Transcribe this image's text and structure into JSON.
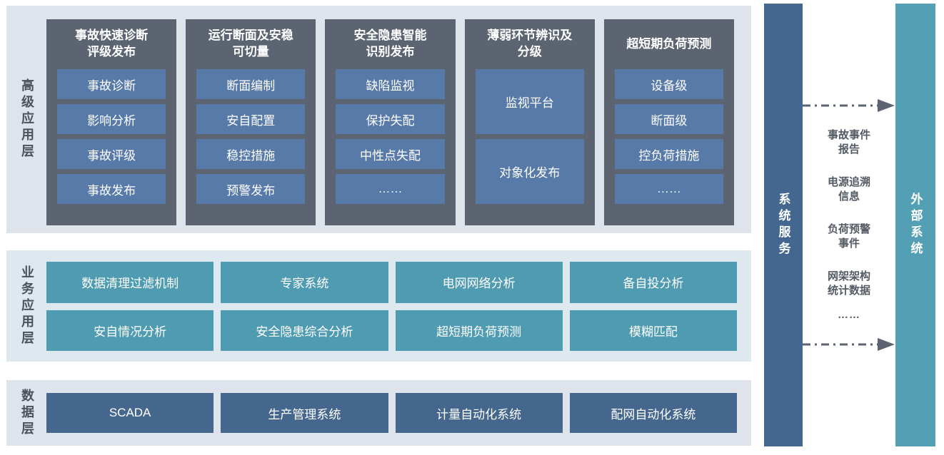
{
  "colors": {
    "panel_bg": "#dfe3ec",
    "business_panel_bg": "#dde9ee",
    "module_card_bg": "#5b6470",
    "module_chip_bg": "#587aa8",
    "business_cell_bg": "#4f9bb1",
    "data_cell_bg": "#45678e",
    "system_service_bar_bg": "#44678f",
    "external_system_bar_bg": "#53a0b5",
    "layer_label_text": "#4b525e",
    "arrow_color": "#5b6470",
    "box_text": "#ffffff"
  },
  "layers": {
    "advanced": {
      "label": "高级应用层",
      "columns": [
        {
          "title": "事故快速诊断\n评级发布",
          "items": [
            "事故诊断",
            "影响分析",
            "事故评级",
            "事故发布"
          ]
        },
        {
          "title": "运行断面及安稳\n可切量",
          "items": [
            "断面编制",
            "安自配置",
            "稳控措施",
            "预警发布"
          ]
        },
        {
          "title": "安全隐患智能\n识别发布",
          "items": [
            "缺陷监视",
            "保护失配",
            "中性点失配",
            "……"
          ]
        },
        {
          "title": "薄弱环节辨识及\n分级",
          "items": [
            "监视平台",
            "对象化发布"
          ]
        },
        {
          "title": "超短期负荷预测",
          "items": [
            "设备级",
            "断面级",
            "控负荷措施",
            "……"
          ]
        }
      ]
    },
    "business": {
      "label": "业务应用层",
      "cells": [
        "数据清理过滤机制",
        "专家系统",
        "电网网络分析",
        "备自投分析",
        "安自情况分析",
        "安全隐患综合分析",
        "超短期负荷预测",
        "模糊匹配"
      ]
    },
    "data": {
      "label": "数据层",
      "cells": [
        "SCADA",
        "生产管理系统",
        "计量自动化系统",
        "配网自动化系统"
      ]
    }
  },
  "services": {
    "system_bar": "系统服务",
    "external_bar": "外部系统",
    "exchange_items": [
      "事故事件\n报告",
      "电源追溯\n信息",
      "负荷预警\n事件",
      "网架架构\n统计数据",
      "……"
    ]
  }
}
